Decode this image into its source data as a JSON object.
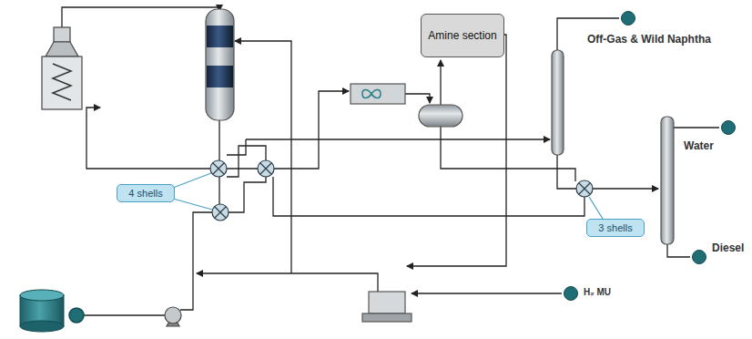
{
  "diagram": {
    "nodes": [
      {
        "text": [
          "Amine section"
        ]
      },
      {
        "text": [
          "Off-Gas & Wild Naphtha"
        ]
      },
      {
        "text": [
          "Water"
        ]
      },
      {
        "text": [
          "Diesel"
        ]
      },
      {
        "text": [
          "H₂ MU"
        ]
      },
      {
        "text": [
          "4 shells"
        ]
      },
      {
        "text": [
          "3 shells"
        ]
      }
    ]
  }
}
